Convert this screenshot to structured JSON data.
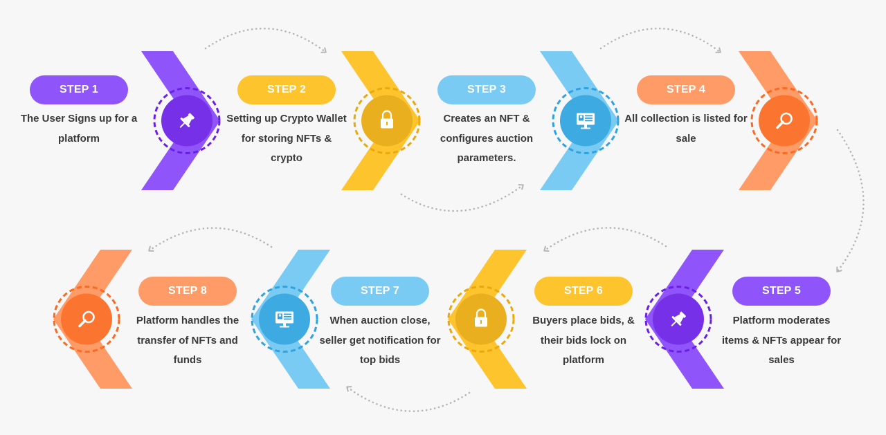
{
  "colors": {
    "purple": "#8f55fb",
    "purple_dark": "#6a1fe6",
    "yellow": "#fec42d",
    "yellow_dark": "#e9a90c",
    "blue": "#79cbf4",
    "blue_dark": "#2ea3e0",
    "orange": "#ff9b66",
    "orange_dark": "#fb6a20",
    "text": "#3a3a3a",
    "connector": "#b5b5b5"
  },
  "steps": [
    {
      "label": "STEP 1",
      "desc": "The User Signs up for a platform",
      "color": "purple",
      "icon": "pin-icon"
    },
    {
      "label": "STEP 2",
      "desc": "Setting up Crypto Wallet for storing NFTs & crypto",
      "color": "yellow",
      "icon": "lock-icon"
    },
    {
      "label": "STEP 3",
      "desc": "Creates an NFT & configures auction parameters.",
      "color": "blue",
      "icon": "monitor-icon"
    },
    {
      "label": "STEP 4",
      "desc": "All collection is listed for sale",
      "color": "orange",
      "icon": "search-icon"
    },
    {
      "label": "STEP 5",
      "desc": "Platform moderates items & NFTs appear for sales",
      "color": "purple",
      "icon": "pin-icon"
    },
    {
      "label": "STEP 6",
      "desc": "Buyers place bids, & their bids lock on platform",
      "color": "yellow",
      "icon": "lock-icon"
    },
    {
      "label": "STEP 7",
      "desc": "When auction close, seller get notification for top bids",
      "color": "blue",
      "icon": "monitor-icon"
    },
    {
      "label": "STEP 8",
      "desc": "Platform handles the transfer of NFTs and funds",
      "color": "orange",
      "icon": "search-icon"
    }
  ]
}
